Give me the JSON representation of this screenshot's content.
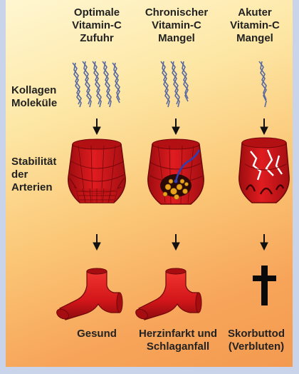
{
  "columns": [
    {
      "heading": [
        "Optimale",
        "Vitamin-C",
        "Zufuhr"
      ],
      "outcome": [
        "Gesund"
      ]
    },
    {
      "heading": [
        "Chronischer",
        "Vitamin-C",
        "Mangel"
      ],
      "outcome": [
        "Herzinfarkt und",
        "Schlaganfall"
      ]
    },
    {
      "heading": [
        "Akuter",
        "Vitamin-C",
        "Mangel"
      ],
      "outcome": [
        "Skorbuttod",
        "(Verbluten)"
      ]
    }
  ],
  "row_labels": {
    "collagen": [
      "Kollagen",
      "Moleküle"
    ],
    "stability": [
      "Stabilität",
      "der",
      "Arterien"
    ]
  },
  "colors": {
    "artery": "#d8161b",
    "artery_dark": "#8e0c0e",
    "plaque": "#e8a21c",
    "catheter": "#2f3fb0",
    "molecule": "#5a6aa0"
  }
}
